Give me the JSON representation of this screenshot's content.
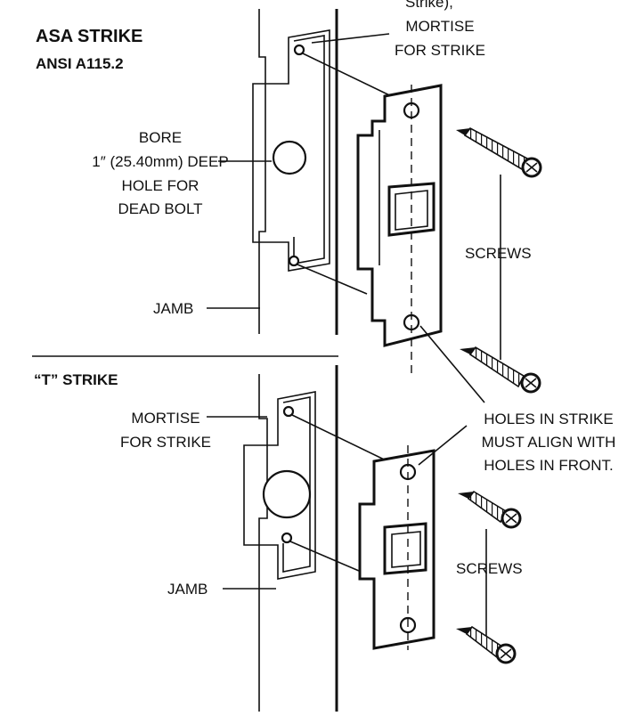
{
  "top_fragment": "Strike),",
  "asa_section": {
    "title": "ASA STRIKE",
    "subtitle": "ANSI A115.2",
    "mortise_label": [
      "MORTISE",
      "FOR STRIKE"
    ],
    "bore_label": [
      "BORE",
      "1″ (25.40mm) DEEP",
      "HOLE FOR",
      "DEAD BOLT"
    ],
    "screws_label": "SCREWS",
    "jamb_label": "JAMB"
  },
  "t_section": {
    "title": "“T” STRIKE",
    "mortise_label": [
      "MORTISE",
      "FOR STRIKE"
    ],
    "holes_label": [
      "HOLES IN STRIKE",
      "MUST ALIGN WITH",
      "HOLES IN FRONT."
    ],
    "screws_label": "SCREWS",
    "jamb_label": "JAMB"
  },
  "icons": [
    "screw-icon",
    "strike-plate-icon",
    "mortise-icon"
  ],
  "colors": {
    "ink": "#111111",
    "paper": "#ffffff"
  }
}
